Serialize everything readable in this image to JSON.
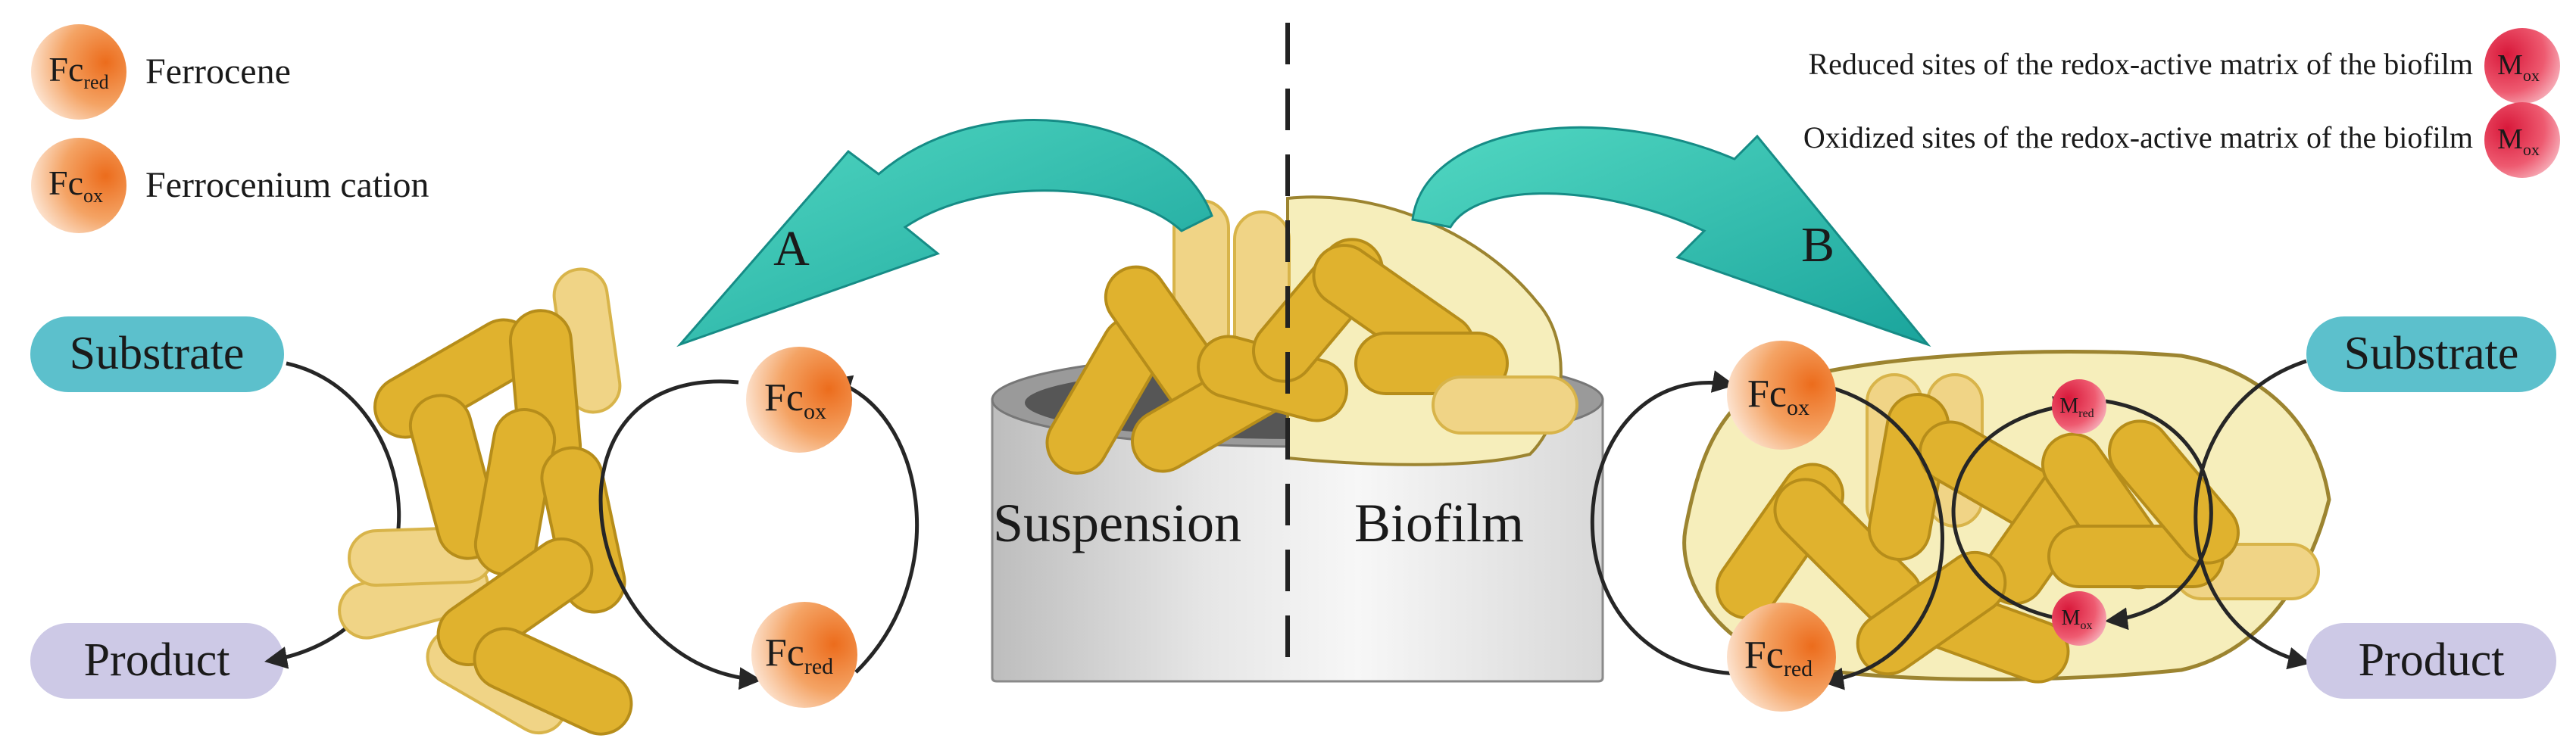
{
  "legend": {
    "fc_red": {
      "base": "Fc",
      "sub": "red",
      "label": "Ferrocene"
    },
    "fc_ox": {
      "base": "Fc",
      "sub": "ox",
      "label": "Ferrocenium cation"
    },
    "m_reduced": {
      "base": "M",
      "sub": "ox",
      "label": "Reduced sites of the redox-active matrix of the biofilm"
    },
    "m_oxidized": {
      "base": "M",
      "sub": "ox",
      "label": "Oxidized sites of the redox-active matrix of the biofilm"
    }
  },
  "left_panel": {
    "substrate": "Substrate",
    "product": "Product",
    "fc_ox": {
      "base": "Fc",
      "sub": "ox"
    },
    "fc_red": {
      "base": "Fc",
      "sub": "red"
    }
  },
  "right_panel": {
    "substrate": "Substrate",
    "product": "Product",
    "fc_ox": {
      "base": "Fc",
      "sub": "ox"
    },
    "fc_red": {
      "base": "Fc",
      "sub": "red"
    },
    "m_red": {
      "base": "M",
      "sub": "red"
    },
    "m_ox": {
      "base": "M",
      "sub": "ox"
    }
  },
  "center": {
    "suspension": "Suspension",
    "biofilm": "Biofilm"
  },
  "arrows": {
    "a": "A",
    "b": "B"
  },
  "colors": {
    "orange": "#f08a3a",
    "teal": "#33c2b0",
    "pill": "#e0b22e",
    "pill_light": "#f0d486",
    "substrate_bg": "#5cc0cc",
    "product_bg": "#cdc9e6",
    "red_ball": "#e8344e",
    "biofilm": "#f6eebb"
  }
}
